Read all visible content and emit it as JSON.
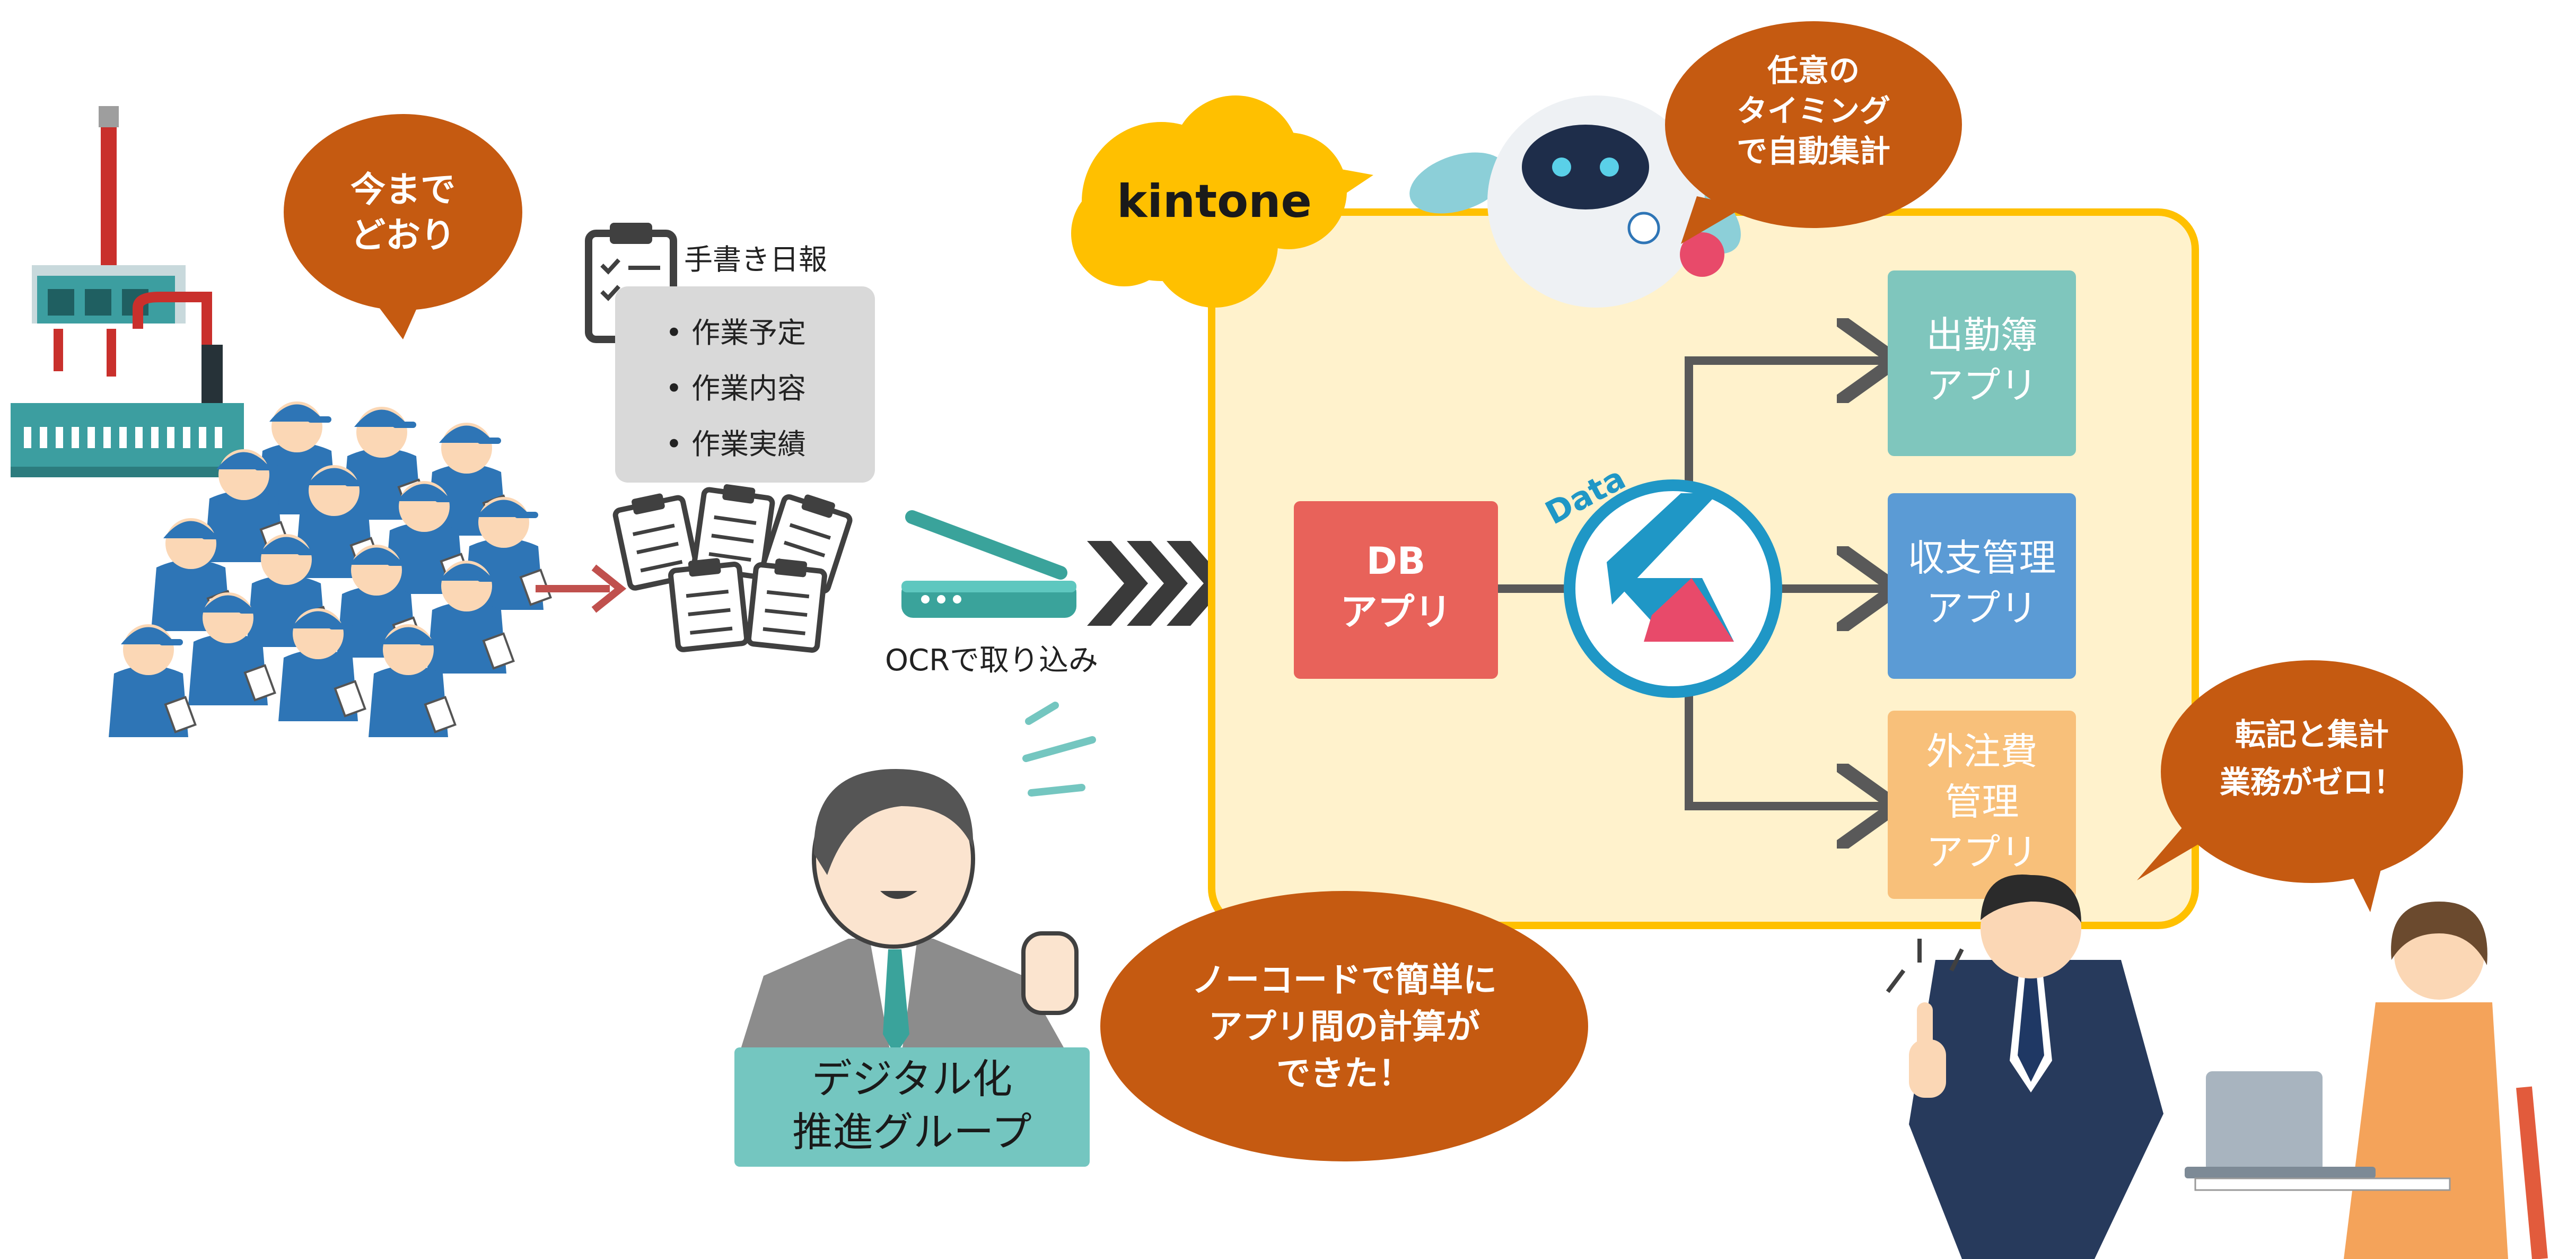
{
  "colors": {
    "bubble_orange": "#c55a11",
    "kintone_yellow": "#ffc000",
    "panel_fill": "#fff2cc",
    "panel_border": "#ffc000",
    "db_app": "#e8625a",
    "attendance_app": "#7fc6bd",
    "income_app": "#5b9bd5",
    "outsourcing_app": "#f8c07a",
    "digital_label": "#74c6c0",
    "arrow_gray": "#595959",
    "worker_blue": "#2e75b6",
    "factory_teal": "#3c9ea0"
  },
  "bubble_top_left": "今まで\nどおり",
  "daily_report": {
    "title": "手書き日報",
    "items": [
      "• 作業予定",
      "• 作業内容",
      "• 作業実績"
    ]
  },
  "ocr_label": "OCRで取り込み",
  "kintone_logo": "kintone",
  "bubble_robot": "任意の\nタイミング\nで自動集計",
  "db_app": "DB\nアプリ",
  "data_label": "Data",
  "apps": {
    "attendance": "出勤簿\nアプリ",
    "income": "収支管理\nアプリ",
    "outsourcing": "外注費\n管理\nアプリ"
  },
  "bubble_right": "転記と集計\n業務がゼロ！",
  "bubble_bottom": "ノーコードで簡単に\nアプリ間の計算が\nできた！",
  "digital_group": "デジタル化\n推進グループ"
}
